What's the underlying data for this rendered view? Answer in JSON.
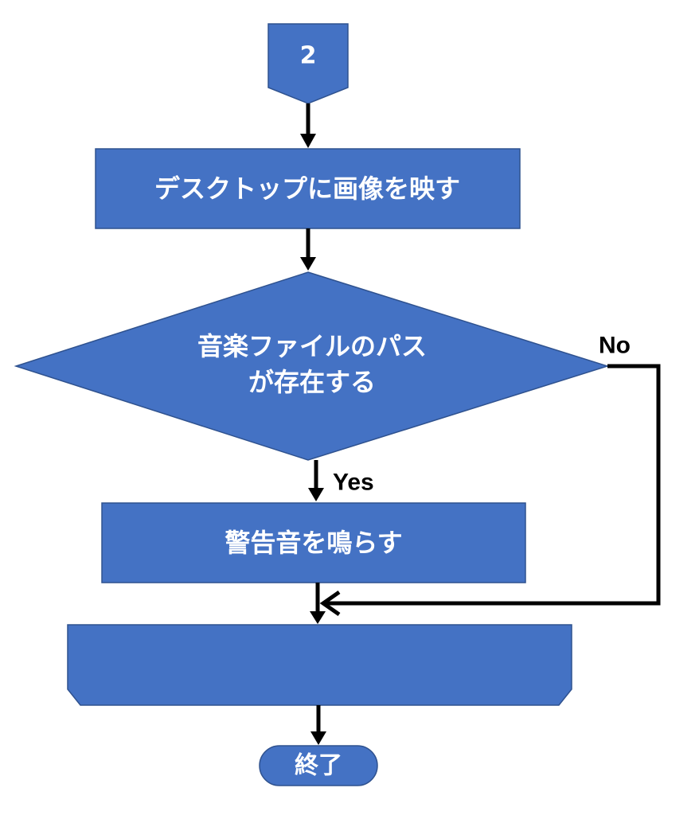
{
  "flowchart": {
    "connector_in": {
      "label": "2"
    },
    "step_display": {
      "label": "デスクトップに画像を映す"
    },
    "decision": {
      "line1": "音楽ファイルのパス",
      "line2": "が存在する"
    },
    "branch_yes": {
      "label": "Yes"
    },
    "branch_no": {
      "label": "No"
    },
    "step_alarm": {
      "label": "警告音を鳴らす"
    },
    "loop_block": {
      "label": ""
    },
    "terminator": {
      "label": "終了"
    }
  },
  "colors": {
    "shape_fill": "#4472c4",
    "shape_stroke": "#2f528f",
    "text_on_shape": "#ffffff",
    "connector": "#000000"
  }
}
